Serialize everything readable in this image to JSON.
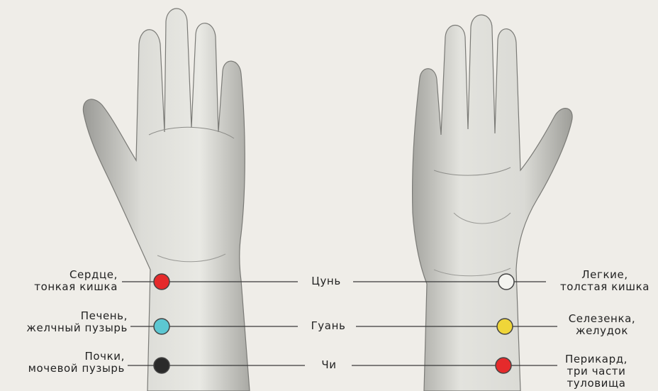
{
  "colors": {
    "red": "#e52a2b",
    "cyan": "#5cc7d2",
    "black": "#2a2a2a",
    "white": "#f4f4f0",
    "yellow": "#efd539",
    "line": "#3a3a3a"
  },
  "positions": [
    {
      "name": "Цунь",
      "left_dot": "red",
      "right_dot": "white"
    },
    {
      "name": "Гуань",
      "left_dot": "cyan",
      "right_dot": "yellow"
    },
    {
      "name": "Чи",
      "left_dot": "black",
      "right_dot": "red"
    }
  ],
  "left_labels": [
    {
      "l1": "Сердце,",
      "l2": "тонкая кишка"
    },
    {
      "l1": "Печень,",
      "l2": "желчный пузырь"
    },
    {
      "l1": "Почки,",
      "l2": "мочевой пузырь"
    }
  ],
  "right_labels": [
    {
      "l1": "Легкие,",
      "l2": "толстая кишка",
      "l3": ""
    },
    {
      "l1": "Селезенка,",
      "l2": "желудок",
      "l3": ""
    },
    {
      "l1": "Перикард,",
      "l2": "три части",
      "l3": "туловища"
    }
  ]
}
